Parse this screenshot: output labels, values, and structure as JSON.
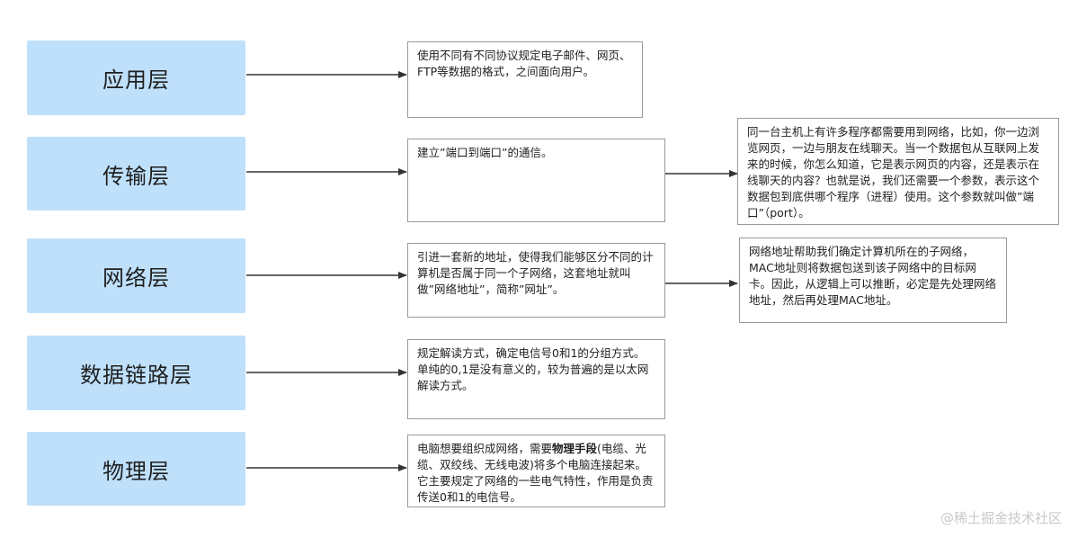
{
  "layers": [
    {
      "label": "应用层"
    },
    {
      "label": "传输层"
    },
    {
      "label": "网络层"
    },
    {
      "label": "数据链路层"
    },
    {
      "label": "物理层"
    }
  ],
  "descriptions": {
    "application": "使用不同有不同协议规定电子邮件、网页、FTP等数据的格式，之间面向用户。",
    "transport": "建立”端口到端口”的通信。",
    "transport_detail": "同一台主机上有许多程序都需要用到网络，比如，你一边浏览网页，一边与朋友在线聊天。当一个数据包从互联网上发来的时候，你怎么知道，它是表示网页的内容，还是表示在线聊天的内容？也就是说，我们还需要一个参数，表示这个数据包到底供哪个程序（进程）使用。这个参数就叫做”端口”（port）。",
    "network": "引进一套新的地址，使得我们能够区分不同的计算机是否属于同一个子网络，这套地址就叫做”网络地址”，简称”网址”。",
    "network_detail": "网络地址帮助我们确定计算机所在的子网络，MAC地址则将数据包送到该子网络中的目标网卡。因此，从逻辑上可以推断，必定是先处理网络地址，然后再处理MAC地址。",
    "datalink": "规定解读方式，确定电信号0和1的分组方式。单纯的0,1是没有意义的，较为普遍的是以太网解读方式。",
    "physical_before": "电脑想要组织成网络，需要",
    "physical_bold": "物理手段",
    "physical_after": "(电缆、光缆、双绞线、无线电波)将多个电脑连接起来。它主要规定了网络的一些电气特性，作用是负责传送0和1的电信号。"
  },
  "watermark": "@稀土掘金技术社区",
  "colors": {
    "layer_fill": "#bfe0fb",
    "border": "#9b9b9b",
    "arrow": "#333333"
  }
}
